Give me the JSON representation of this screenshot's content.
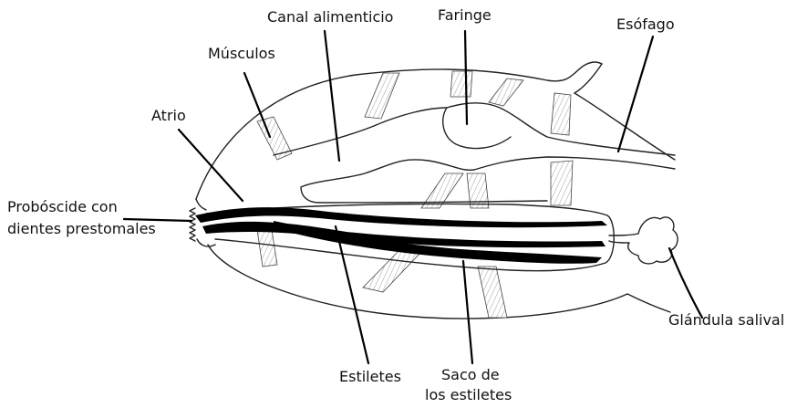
{
  "diagram": {
    "labels": {
      "canal": "Canal alimenticio",
      "faringe": "Faringe",
      "esofago": "Esófago",
      "musculos": "Músculos",
      "atrio": "Atrio",
      "proboscide_1": "Probóscide con",
      "proboscide_2": "dientes prestomales",
      "estiletes": "Estiletes",
      "saco_1": "Saco de",
      "saco_2": "los estiletes",
      "glandula": "Glándula salival"
    }
  }
}
